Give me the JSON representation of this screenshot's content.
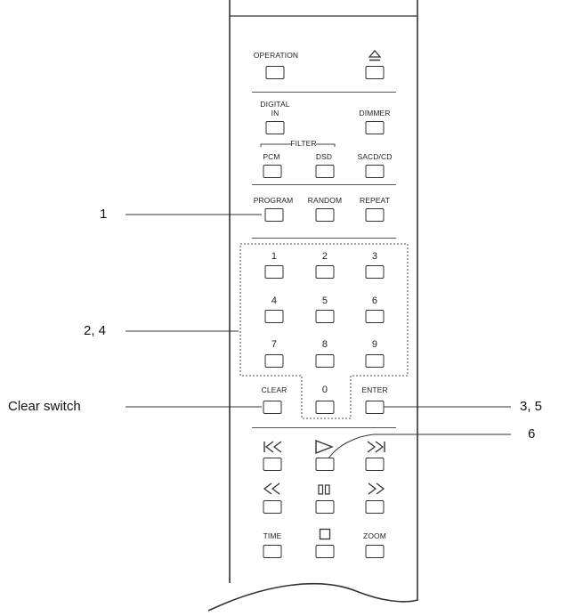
{
  "remote": {
    "operation_label": "OPERATION",
    "digital_in_label": "DIGITAL\nIN",
    "dimmer_label": "DIMMER",
    "filter_label": "FILTER",
    "pcm_label": "PCM",
    "dsd_label": "DSD",
    "sacd_cd_label": "SACD/CD",
    "program_label": "PROGRAM",
    "random_label": "RANDOM",
    "repeat_label": "REPEAT",
    "digits": [
      "1",
      "2",
      "3",
      "4",
      "5",
      "6",
      "7",
      "8",
      "9",
      "0"
    ],
    "clear_label": "CLEAR",
    "enter_label": "ENTER",
    "time_label": "TIME",
    "zoom_label": "ZOOM",
    "icons": [
      "eject-icon",
      "skip-back-icon",
      "play-icon",
      "skip-forward-icon",
      "rewind-icon",
      "pause-icon",
      "fast-forward-icon",
      "stop-icon"
    ]
  },
  "callouts": {
    "c1": "1",
    "c2": "2, 4",
    "clear_switch": "Clear switch",
    "c3": "3, 5",
    "c6": "6"
  }
}
